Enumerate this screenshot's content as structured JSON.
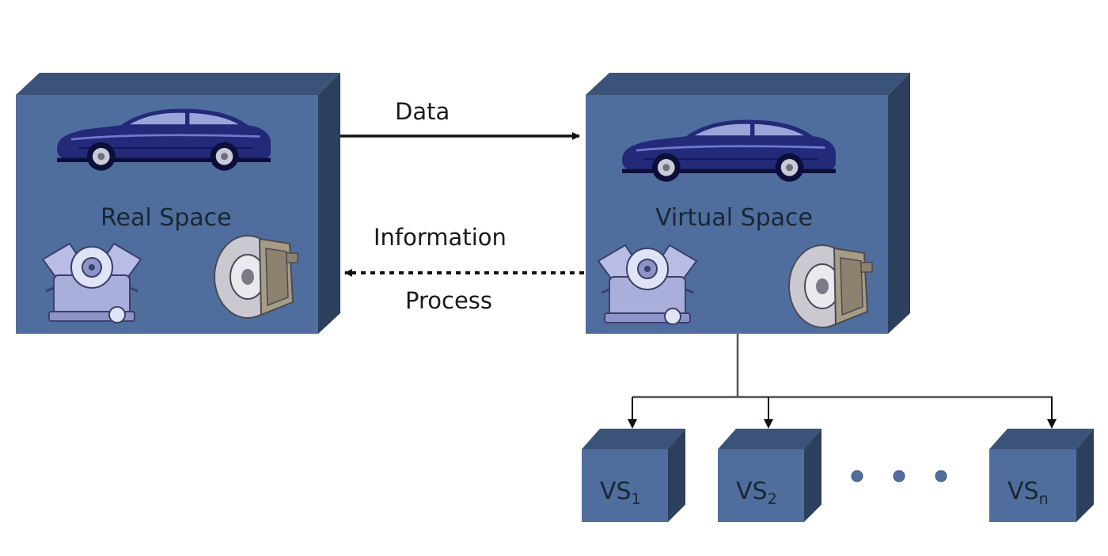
{
  "arrows": {
    "top_label": "Data",
    "bottom_label_1": "Information",
    "bottom_label_2": "Process"
  },
  "real_space": {
    "label": "Real Space"
  },
  "virtual_space": {
    "label": "Virtual Space"
  },
  "sub_spaces": [
    {
      "base": "VS",
      "sub": "1"
    },
    {
      "base": "VS",
      "sub": "2"
    },
    {
      "base": "VS",
      "sub": "n"
    }
  ],
  "colors": {
    "cube_front": "#4f6e9e",
    "cube_top": "#3b5378",
    "cube_side": "#2c3f5c",
    "car_body": "#232a7a",
    "engine": "#bfc3e6",
    "arrow": "#111111"
  },
  "icons": [
    "car-icon",
    "engine-icon",
    "brake-disc-icon",
    "ellipsis-dot-icon"
  ]
}
